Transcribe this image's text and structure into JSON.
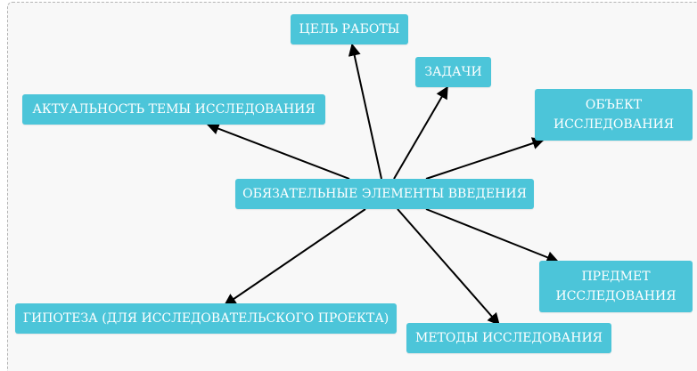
{
  "diagram": {
    "center": {
      "label": "ОБЯЗАТЕЛЬНЫЕ ЭЛЕМЕНТЫ ВВЕДЕНИЯ"
    },
    "nodes": {
      "goal": {
        "label": "ЦЕЛЬ РАБОТЫ"
      },
      "tasks": {
        "label": "ЗАДАЧИ"
      },
      "relevance": {
        "label": "АКТУАЛЬНОСТЬ ТЕМЫ ИССЛЕДОВАНИЯ"
      },
      "object": {
        "label": "ОБЪЕКТ ИССЛЕДОВАНИЯ"
      },
      "subject": {
        "label": "ПРЕДМЕТ ИССЛЕДОВАНИЯ"
      },
      "methods": {
        "label": "МЕТОДЫ ИССЛЕДОВАНИЯ"
      },
      "hypothesis": {
        "label": "ГИПОТЕЗА (ДЛЯ ИССЛЕДОВАТЕЛЬСКОГО ПРОЕКТА)"
      }
    },
    "edges": [
      {
        "from": "center",
        "to": "goal"
      },
      {
        "from": "center",
        "to": "tasks"
      },
      {
        "from": "center",
        "to": "relevance"
      },
      {
        "from": "center",
        "to": "object"
      },
      {
        "from": "center",
        "to": "subject"
      },
      {
        "from": "center",
        "to": "methods"
      },
      {
        "from": "center",
        "to": "hypothesis"
      }
    ],
    "colors": {
      "node_fill": "#4cc5d9",
      "node_text": "#ffffff",
      "arrow": "#000000",
      "frame_border": "#b5b5b5",
      "frame_fill": "#f8f8f8"
    }
  }
}
